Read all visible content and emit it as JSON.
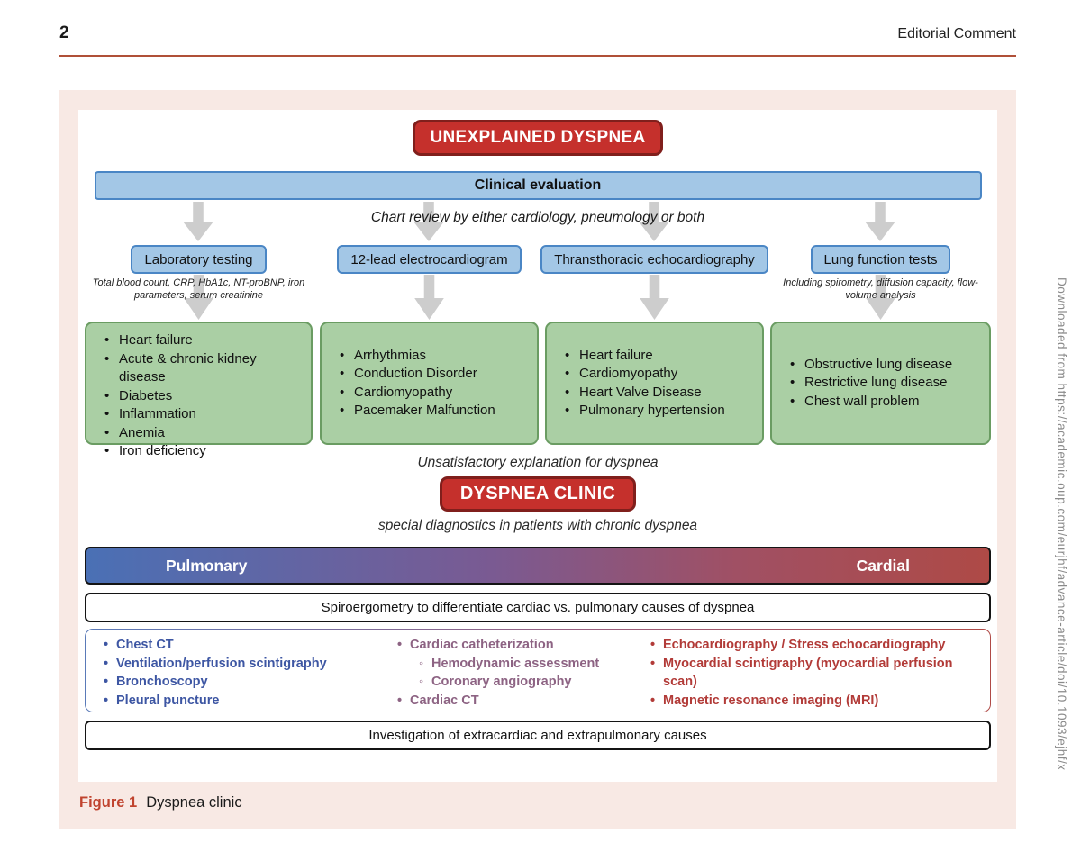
{
  "page": {
    "page_number": "2",
    "running_head": "Editorial Comment",
    "watermark": "Downloaded from https://academic.oup.com/eurjhf/advance-article/doi/10.1093/ejhf/x",
    "figure_caption": {
      "label": "Figure 1",
      "title": "Dyspnea clinic"
    }
  },
  "diagram": {
    "title": "UNEXPLAINED DYSPNEA",
    "clinical_evaluation": "Clinical evaluation",
    "chart_review_note": "Chart review by either cardiology, pneumology or both",
    "columns": [
      {
        "test": "Laboratory testing",
        "note": "Total blood count, CRP, HbA1c, NT-proBNP, iron parameters, serum creatinine",
        "findings": [
          "Heart failure",
          "Acute & chronic kidney disease",
          "Diabetes",
          "Inflammation",
          "Anemia",
          "Iron deficiency"
        ]
      },
      {
        "test": "12-lead electrocardiogram",
        "note": "",
        "findings": [
          "Arrhythmias",
          "Conduction Disorder",
          "Cardiomyopathy",
          "Pacemaker Malfunction"
        ]
      },
      {
        "test": "Thransthoracic echocardiography",
        "note": "",
        "findings": [
          "Heart failure",
          "Cardiomyopathy",
          "Heart Valve Disease",
          "Pulmonary hypertension"
        ]
      },
      {
        "test": "Lung function tests",
        "note": "Including spirometry, diffusion capacity, flow-volume analysis",
        "findings": [
          "Obstructive lung disease",
          "Restrictive lung disease",
          "Chest wall problem"
        ]
      }
    ],
    "unsatisfactory_note": "Unsatisfactory explanation for dyspnea",
    "clinic_title": "DYSPNEA CLINIC",
    "special_note": "special diagnostics in patients with chronic dyspnea",
    "spectrum": {
      "left_label": "Pulmonary",
      "right_label": "Cardial"
    },
    "spiroergometry_note": "Spiroergometry to differentiate cardiac vs. pulmonary causes of dyspnea",
    "diagnostics": {
      "pulmonary_tests": [
        "Chest CT",
        "Ventilation/perfusion scintigraphy",
        "Bronchoscopy",
        "Pleural puncture"
      ],
      "shared_tests": [
        {
          "label": "Cardiac catheterization",
          "sub": [
            "Hemodynamic assessment",
            "Coronary angiography"
          ]
        },
        {
          "label": "Cardiac CT",
          "sub": []
        }
      ],
      "cardiac_tests": [
        "Echocardiography / Stress echocardiography",
        "Myocardial scintigraphy (myocardial perfusion scan)",
        "Magnetic resonance imaging (MRI)"
      ]
    },
    "extracardiac_note": "Investigation of extracardiac and extrapulmonary causes"
  },
  "colors": {
    "accent_red": "#c5302c",
    "accent_red_border": "#801f1c",
    "box_blue": "#a3c7e6",
    "box_blue_border": "#4a86c5",
    "box_green": "#aacfa4",
    "box_green_border": "#6a9c62",
    "gradient_blue": "#4a70b5",
    "gradient_red": "#ae4a46",
    "panel_pink": "#f8e9e4",
    "rule_red": "#b05038",
    "list_blue": "#3d56a3",
    "list_purple": "#8d6383",
    "list_red": "#b23b38",
    "arrow_gray": "#cdcdcd"
  }
}
